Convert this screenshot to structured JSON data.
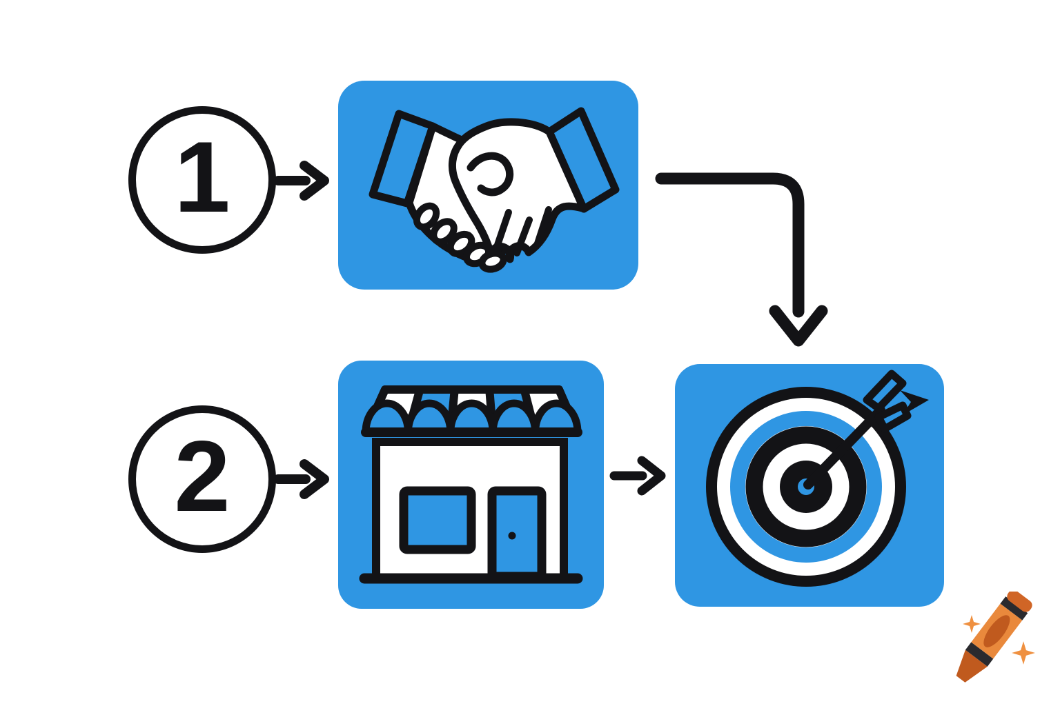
{
  "page": {
    "background_color": "#ffffff",
    "description": "Two-step process flow diagram: step 1 (handshake) and step 2 (storefront) both lead with arrows into a bullseye target"
  },
  "palette": {
    "page_bg": "#ffffff",
    "box_blue": "#2F96E3",
    "outline_black": "#131316",
    "icon_white": "#ffffff",
    "crayon_body": "#E9893C",
    "crayon_dark": "#C05A1E",
    "crayon_stripe": "#2A2A2E",
    "crayon_cap": "#D06526",
    "sparkle": "#EF9040"
  },
  "steps": [
    {
      "number": "1",
      "icon": "handshake-icon",
      "box_color": "#2F96E3"
    },
    {
      "number": "2",
      "icon": "storefront-icon",
      "box_color": "#2F96E3"
    }
  ],
  "result": {
    "icon": "target-bullseye-icon",
    "box_color": "#2F96E3"
  },
  "connectors": [
    {
      "from": "step-1-circle",
      "to": "handshake-box",
      "shape": "straight-arrow-right"
    },
    {
      "from": "handshake-box",
      "to": "target-box",
      "shape": "elbow-arrow-right-then-down"
    },
    {
      "from": "step-2-circle",
      "to": "storefront-box",
      "shape": "straight-arrow-right"
    },
    {
      "from": "storefront-box",
      "to": "target-box",
      "shape": "straight-arrow-right"
    }
  ],
  "watermark": {
    "icon": "crayon-logo",
    "sparkle_count": 2
  }
}
